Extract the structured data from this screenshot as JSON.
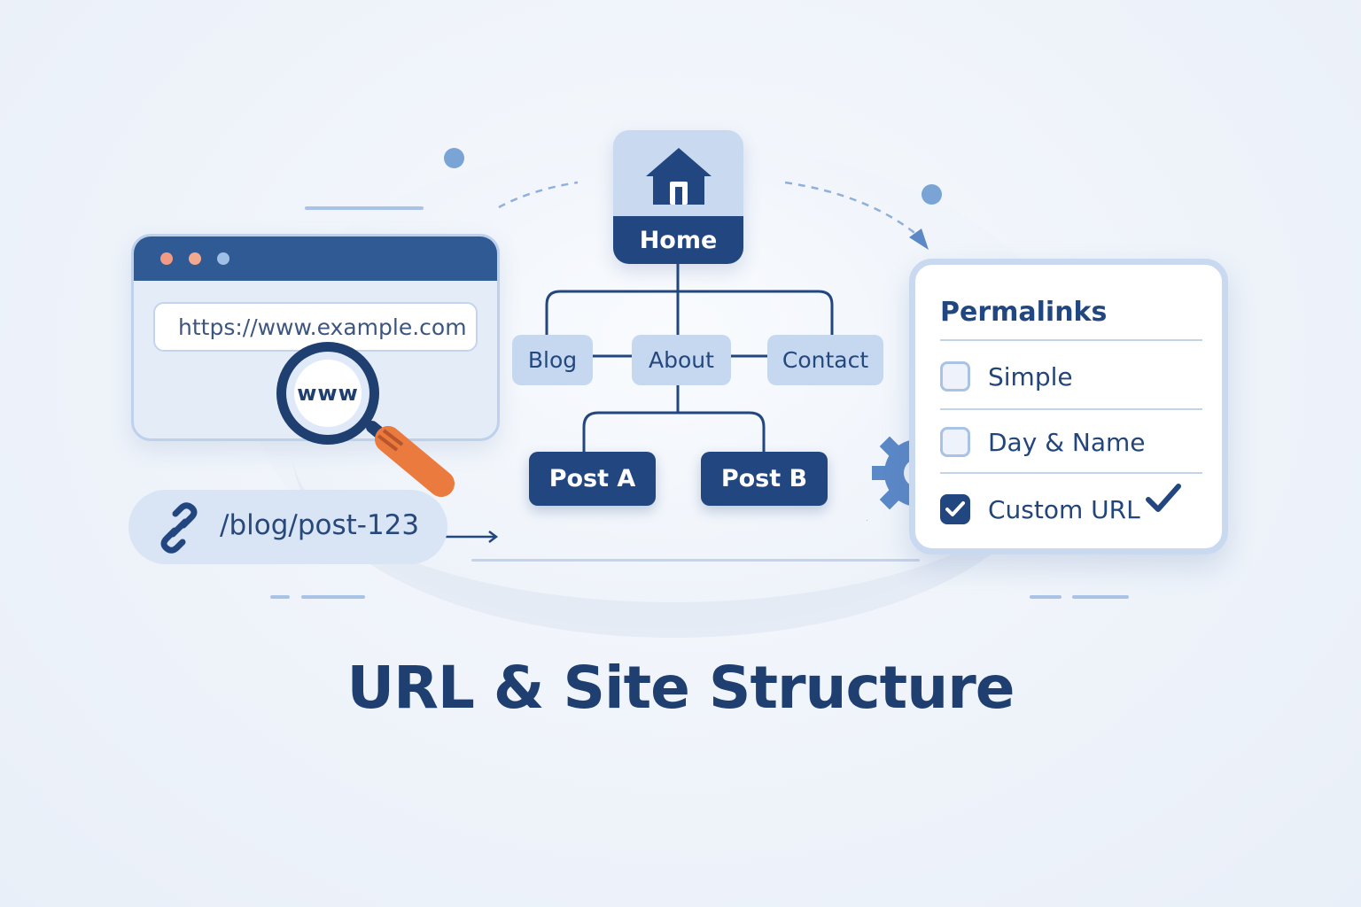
{
  "browser": {
    "url": "https://www.example.com",
    "window_dots": [
      "#f19b86",
      "#f2a98f",
      "#9fc0e6"
    ]
  },
  "magnifier": {
    "label": "www",
    "handle_color": "#ea7a3e"
  },
  "link": {
    "path": "/blog/post-123",
    "icon": "link-icon"
  },
  "tree": {
    "root": {
      "label": "Home",
      "icon": "house-icon"
    },
    "level1": [
      "Blog",
      "About",
      "Contact"
    ],
    "level2": [
      "Post A",
      "Post B"
    ]
  },
  "permalinks": {
    "title": "Permalinks",
    "options": [
      {
        "label": "Simple",
        "checked": false
      },
      {
        "label": "Day & Name",
        "checked": false
      },
      {
        "label": "Custom URL",
        "checked": true
      }
    ]
  },
  "title": "URL & Site Structure",
  "colors": {
    "primary": "#22467f",
    "light": "#c6d8f0",
    "accent": "#ea7a3e",
    "background": "#eef3fa"
  }
}
